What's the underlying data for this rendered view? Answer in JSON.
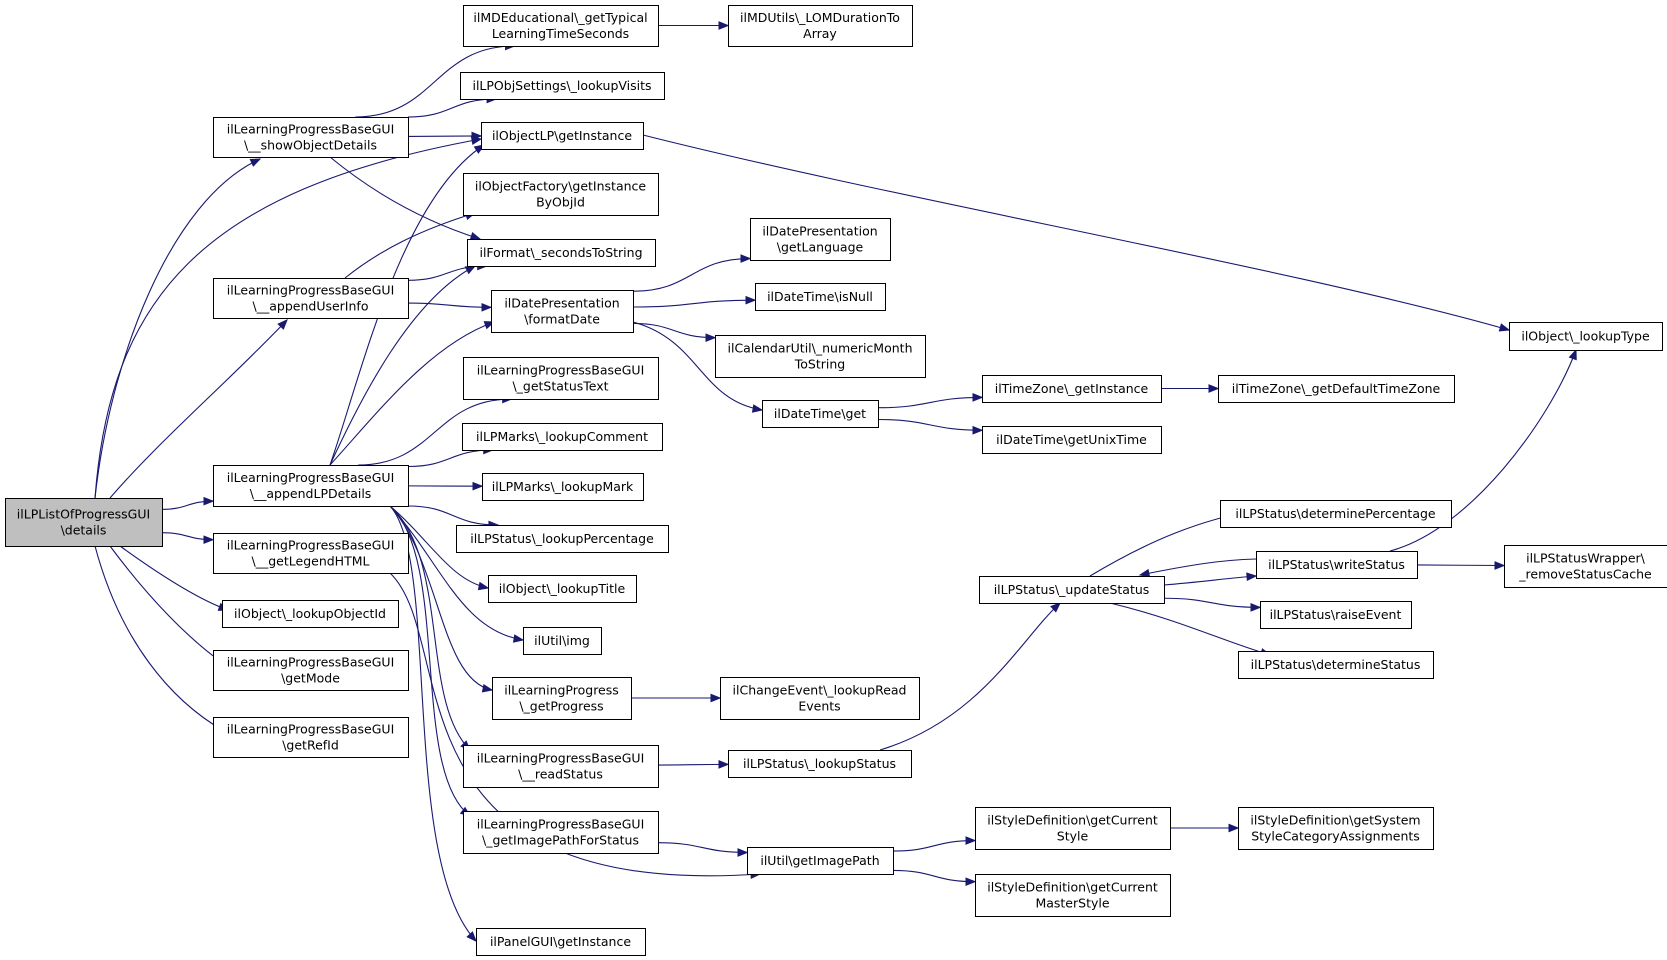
{
  "graph": {
    "type": "call-graph",
    "edge_color": "#191970",
    "root_fill": "#bfbfbf",
    "nodes": [
      {
        "id": "root",
        "lines": [
          "ilLPListOfProgressGUI",
          "\\details"
        ],
        "root": true
      },
      {
        "id": "showObjDet",
        "lines": [
          "ilLearningProgressBaseGUI",
          "\\__showObjectDetails"
        ]
      },
      {
        "id": "appendUserInfo",
        "lines": [
          "ilLearningProgressBaseGUI",
          "\\__appendUserInfo"
        ]
      },
      {
        "id": "appendLPDetails",
        "lines": [
          "ilLearningProgressBaseGUI",
          "\\__appendLPDetails"
        ]
      },
      {
        "id": "getLegendHTML",
        "lines": [
          "ilLearningProgressBaseGUI",
          "\\__getLegendHTML"
        ]
      },
      {
        "id": "lookupObjectId",
        "lines": [
          "ilObject\\_lookupObjectId"
        ]
      },
      {
        "id": "getMode",
        "lines": [
          "ilLearningProgressBaseGUI",
          "\\getMode"
        ]
      },
      {
        "id": "getRefId",
        "lines": [
          "ilLearningProgressBaseGUI",
          "\\getRefId"
        ]
      },
      {
        "id": "mdEdu",
        "lines": [
          "ilMDEducational\\_getTypical",
          "LearningTimeSeconds"
        ]
      },
      {
        "id": "mdUtils",
        "lines": [
          "ilMDUtils\\_LOMDurationTo",
          "Array"
        ]
      },
      {
        "id": "lookupVisits",
        "lines": [
          "ilLPObjSettings\\_lookupVisits"
        ]
      },
      {
        "id": "objLPGet",
        "lines": [
          "ilObjectLP\\getInstance"
        ]
      },
      {
        "id": "objFactory",
        "lines": [
          "ilObjectFactory\\getInstance",
          "ByObjId"
        ]
      },
      {
        "id": "secToStr",
        "lines": [
          "ilFormat\\_secondsToString"
        ]
      },
      {
        "id": "formatDate",
        "lines": [
          "ilDatePresentation",
          "\\formatDate"
        ]
      },
      {
        "id": "getStatusText",
        "lines": [
          "ilLearningProgressBaseGUI",
          "\\_getStatusText"
        ]
      },
      {
        "id": "lookupComment",
        "lines": [
          "ilLPMarks\\_lookupComment"
        ]
      },
      {
        "id": "lookupMark",
        "lines": [
          "ilLPMarks\\_lookupMark"
        ]
      },
      {
        "id": "lookupPercentage",
        "lines": [
          "ilLPStatus\\_lookupPercentage"
        ]
      },
      {
        "id": "lookupTitle",
        "lines": [
          "ilObject\\_lookupTitle"
        ]
      },
      {
        "id": "utilImg",
        "lines": [
          "ilUtil\\img"
        ]
      },
      {
        "id": "lpGetProgress",
        "lines": [
          "ilLearningProgress",
          "\\_getProgress"
        ]
      },
      {
        "id": "readStatus",
        "lines": [
          "ilLearningProgressBaseGUI",
          "\\__readStatus"
        ]
      },
      {
        "id": "getImgPathStatus",
        "lines": [
          "ilLearningProgressBaseGUI",
          "\\_getImagePathForStatus"
        ]
      },
      {
        "id": "panelGet",
        "lines": [
          "ilPanelGUI\\getInstance"
        ]
      },
      {
        "id": "getLanguage",
        "lines": [
          "ilDatePresentation",
          "\\getLanguage"
        ]
      },
      {
        "id": "isNull",
        "lines": [
          "ilDateTime\\isNull"
        ]
      },
      {
        "id": "numMonth",
        "lines": [
          "ilCalendarUtil\\_numericMonth",
          "ToString"
        ]
      },
      {
        "id": "dtGet",
        "lines": [
          "ilDateTime\\get"
        ]
      },
      {
        "id": "lookupReadEvents",
        "lines": [
          "ilChangeEvent\\_lookupRead",
          "Events"
        ]
      },
      {
        "id": "lpLookupStatus",
        "lines": [
          "ilLPStatus\\_lookupStatus"
        ]
      },
      {
        "id": "getImagePath",
        "lines": [
          "ilUtil\\getImagePath"
        ]
      },
      {
        "id": "tzGetInst",
        "lines": [
          "ilTimeZone\\_getInstance"
        ]
      },
      {
        "id": "unixTime",
        "lines": [
          "ilDateTime\\getUnixTime"
        ]
      },
      {
        "id": "updateStatus",
        "lines": [
          "ilLPStatus\\_updateStatus"
        ]
      },
      {
        "id": "styleCurrent",
        "lines": [
          "ilStyleDefinition\\getCurrent",
          "Style"
        ]
      },
      {
        "id": "styleMaster",
        "lines": [
          "ilStyleDefinition\\getCurrent",
          "MasterStyle"
        ]
      },
      {
        "id": "tzDefault",
        "lines": [
          "ilTimeZone\\_getDefaultTimeZone"
        ]
      },
      {
        "id": "determinePct",
        "lines": [
          "ilLPStatus\\determinePercentage"
        ]
      },
      {
        "id": "writeStatus",
        "lines": [
          "ilLPStatus\\writeStatus"
        ]
      },
      {
        "id": "raiseEvent",
        "lines": [
          "ilLPStatus\\raiseEvent"
        ]
      },
      {
        "id": "determineStatus",
        "lines": [
          "ilLPStatus\\determineStatus"
        ]
      },
      {
        "id": "styleSystem",
        "lines": [
          "ilStyleDefinition\\getSystem",
          "StyleCategoryAssignments"
        ]
      },
      {
        "id": "lookupType",
        "lines": [
          "ilObject\\_lookupType"
        ]
      },
      {
        "id": "removeCache",
        "lines": [
          "ilLPStatusWrapper\\",
          "_removeStatusCache"
        ]
      }
    ],
    "edges": [
      [
        "root",
        "showObjDet"
      ],
      [
        "root",
        "objLPGet"
      ],
      [
        "root",
        "appendUserInfo"
      ],
      [
        "root",
        "appendLPDetails"
      ],
      [
        "root",
        "getLegendHTML"
      ],
      [
        "root",
        "lookupObjectId"
      ],
      [
        "root",
        "getMode"
      ],
      [
        "root",
        "getRefId"
      ],
      [
        "showObjDet",
        "mdEdu"
      ],
      [
        "showObjDet",
        "lookupVisits"
      ],
      [
        "showObjDet",
        "objLPGet"
      ],
      [
        "showObjDet",
        "secToStr"
      ],
      [
        "mdEdu",
        "mdUtils"
      ],
      [
        "appendUserInfo",
        "objFactory"
      ],
      [
        "appendUserInfo",
        "secToStr"
      ],
      [
        "appendUserInfo",
        "formatDate"
      ],
      [
        "appendLPDetails",
        "objLPGet"
      ],
      [
        "appendLPDetails",
        "secToStr"
      ],
      [
        "appendLPDetails",
        "formatDate"
      ],
      [
        "appendLPDetails",
        "getStatusText"
      ],
      [
        "appendLPDetails",
        "lookupComment"
      ],
      [
        "appendLPDetails",
        "lookupMark"
      ],
      [
        "appendLPDetails",
        "lookupPercentage"
      ],
      [
        "appendLPDetails",
        "lookupTitle"
      ],
      [
        "appendLPDetails",
        "utilImg"
      ],
      [
        "appendLPDetails",
        "lpGetProgress"
      ],
      [
        "appendLPDetails",
        "readStatus"
      ],
      [
        "appendLPDetails",
        "getImgPathStatus"
      ],
      [
        "appendLPDetails",
        "panelGet"
      ],
      [
        "getLegendHTML",
        "getImagePath"
      ],
      [
        "objLPGet",
        "lookupType"
      ],
      [
        "formatDate",
        "getLanguage"
      ],
      [
        "formatDate",
        "isNull"
      ],
      [
        "formatDate",
        "numMonth"
      ],
      [
        "formatDate",
        "dtGet"
      ],
      [
        "dtGet",
        "tzGetInst"
      ],
      [
        "dtGet",
        "unixTime"
      ],
      [
        "tzGetInst",
        "tzDefault"
      ],
      [
        "lpGetProgress",
        "lookupReadEvents"
      ],
      [
        "readStatus",
        "lpLookupStatus"
      ],
      [
        "lpLookupStatus",
        "updateStatus"
      ],
      [
        "getImgPathStatus",
        "getImagePath"
      ],
      [
        "getImagePath",
        "styleCurrent"
      ],
      [
        "getImagePath",
        "styleMaster"
      ],
      [
        "styleCurrent",
        "styleSystem"
      ],
      [
        "updateStatus",
        "determinePct"
      ],
      [
        "updateStatus",
        "writeStatus"
      ],
      [
        "updateStatus",
        "raiseEvent"
      ],
      [
        "updateStatus",
        "determineStatus"
      ],
      [
        "writeStatus",
        "updateStatus"
      ],
      [
        "writeStatus",
        "lookupType"
      ],
      [
        "writeStatus",
        "removeCache"
      ]
    ]
  }
}
